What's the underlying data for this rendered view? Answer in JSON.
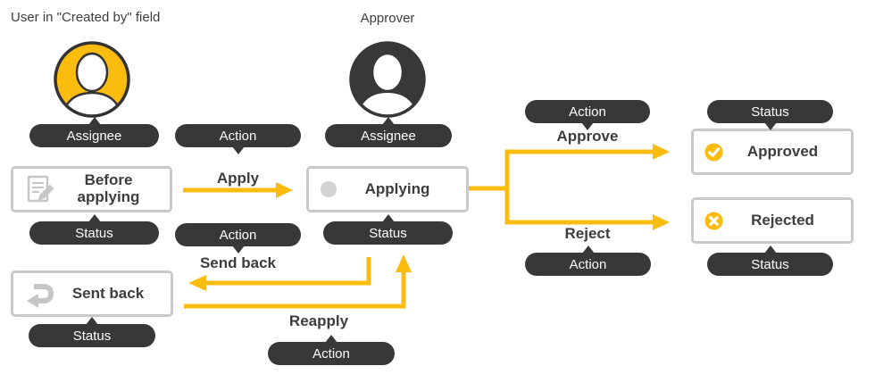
{
  "palette": {
    "yellow": "#FBBC10",
    "pill_dark": "#383838",
    "box_border": "#C9C9C9",
    "icon_gray": "#C6C6C6",
    "text_dark": "#3D3D3D"
  },
  "captions": {
    "creator": "User in \"Created by\" field",
    "approver": "Approver"
  },
  "pill_labels": {
    "assignee": "Assignee",
    "action": "Action",
    "status": "Status"
  },
  "statuses": {
    "before_applying": "Before applying",
    "applying": "Applying",
    "approved": "Approved",
    "rejected": "Rejected",
    "sent_back": "Sent back"
  },
  "actions": {
    "apply": "Apply",
    "approve": "Approve",
    "reject": "Reject",
    "send_back": "Send back",
    "reapply": "Reapply"
  },
  "icons": {
    "creator_avatar": "person-icon",
    "approver_avatar": "person-icon",
    "before_applying": "document-edit-icon",
    "applying": "circle-icon",
    "approved": "check-icon",
    "rejected": "cross-icon",
    "sent_back": "return-arrow-icon"
  }
}
